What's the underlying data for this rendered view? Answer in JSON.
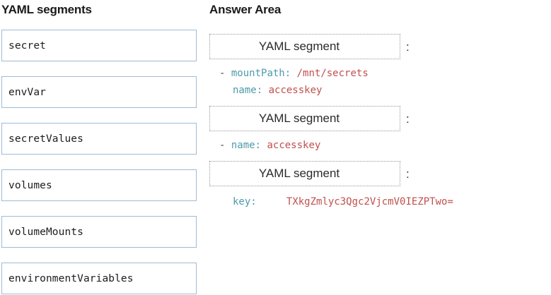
{
  "left_panel": {
    "heading": "YAML segments",
    "items": [
      {
        "label": "secret"
      },
      {
        "label": "envVar"
      },
      {
        "label": "secretValues"
      },
      {
        "label": "volumes"
      },
      {
        "label": "volumeMounts"
      },
      {
        "label": "environmentVariables"
      }
    ]
  },
  "answer_area": {
    "heading": "Answer Area",
    "dropzone_placeholder": "YAML segment",
    "colon": ":",
    "blocks": [
      {
        "dropzone_label": "YAML segment",
        "lines": [
          {
            "dash": "-",
            "key": "mountPath",
            "punct": ":",
            "value": "/mnt/secrets",
            "indent": 1
          },
          {
            "dash": "",
            "key": "name",
            "punct": ":",
            "value": "accesskey",
            "indent": 2
          }
        ]
      },
      {
        "dropzone_label": "YAML segment",
        "lines": [
          {
            "dash": "-",
            "key": "name",
            "punct": ":",
            "value": "accesskey",
            "indent": 1
          }
        ]
      },
      {
        "dropzone_label": "YAML segment",
        "lines": [
          {
            "dash": "",
            "key": "key",
            "punct": ":",
            "value": "TXkgZmlyc3Qgc2VjcmV0IEZPTwo=",
            "indent": 2
          }
        ]
      }
    ]
  },
  "colors": {
    "tile_border": "#9fbbd6",
    "dropzone_border": "#9a9a9a",
    "yaml_key": "#4e9aab",
    "yaml_value": "#c0504d",
    "heading_text": "#1a1a1a"
  }
}
